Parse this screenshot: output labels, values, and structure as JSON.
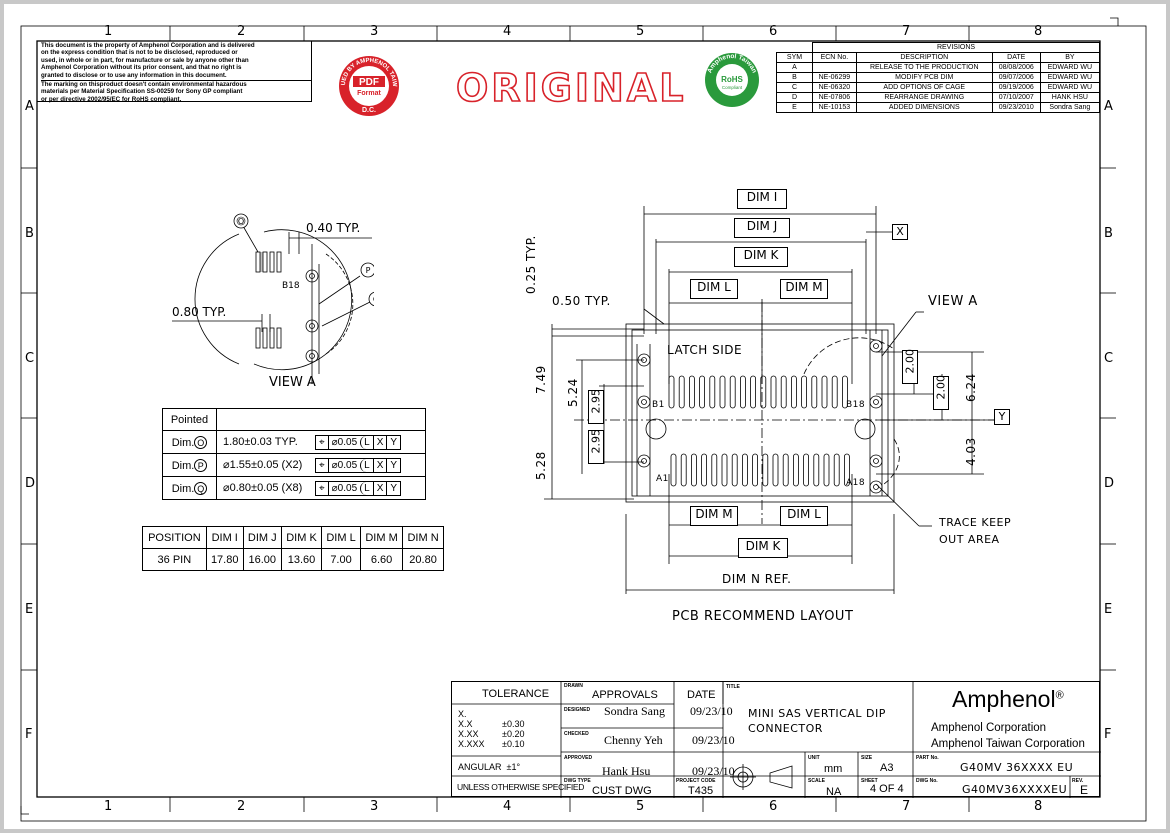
{
  "zones": {
    "columns": [
      "1",
      "2",
      "3",
      "4",
      "5",
      "6",
      "7",
      "8"
    ],
    "rows": [
      "A",
      "B",
      "C",
      "D",
      "E",
      "F"
    ]
  },
  "notice": {
    "line1": "This document is the property of Amphenol Corporation and is delivered",
    "line2": "on the express condition that is not to be disclosed, reproduced or",
    "line3": "used, in whole or in part, for manufacture or sale by anyone other than",
    "line4": "Amphenol Corporation without its prior consent, and that no right is",
    "line5": "granted to disclose or to use any information in this document.",
    "line6": "The marking on thisproduct doesn't contain environmental hazardous",
    "line7": "materials per Material Specification SS-00259 for Sony GP compliant",
    "line8": "or per directive 2002/95/EC for RoHS compliant."
  },
  "stamps": {
    "pdf_ring": "ISSUED BY AMPHENOL TAIWAN",
    "pdf_center": "PDF",
    "pdf_format": "Format",
    "pdf_dc": "D.C.",
    "original": "ORIGINAL",
    "rohs_ring": "Amphenol Taiwan",
    "rohs_center": "RoHS",
    "rohs_sub": "Compliant"
  },
  "revisions": {
    "title": "REVISIONS",
    "headers": [
      "SYM",
      "ECN No.",
      "DESCRIPTION",
      "DATE",
      "BY"
    ],
    "rows": [
      [
        "A",
        "",
        "RELEASE TO THE PRODUCTION",
        "08/08/2006",
        "EDWARD WU"
      ],
      [
        "B",
        "NE-06299",
        "MODIFY PCB DIM",
        "09/07/2006",
        "EDWARD WU"
      ],
      [
        "C",
        "NE-06320",
        "ADD OPTIONS OF CAGE",
        "09/19/2006",
        "EDWARD WU"
      ],
      [
        "D",
        "NE-07806",
        "REARRANGE DRAWING",
        "07/10/2007",
        "HANK HSU"
      ],
      [
        "E",
        "NE-10153",
        "ADDED DIMENSIONS",
        "09/23/2010",
        "Sondra Sang"
      ]
    ]
  },
  "view_a": {
    "label": "VIEW A",
    "o": "O",
    "p": "P",
    "q": "Q",
    "typ040": "0.40 TYP.",
    "typ080": "0.80 TYP.",
    "b18": "B18"
  },
  "pointed_table": {
    "header": "Pointed",
    "rows": [
      {
        "dim": "Dim.",
        "ref": "O",
        "value": "1.80±0.03 TYP.",
        "tol": "0.05"
      },
      {
        "dim": "Dim.",
        "ref": "P",
        "value": "⌀1.55±0.05 (X2)",
        "tol": "0.05"
      },
      {
        "dim": "Dim.",
        "ref": "Q",
        "value": "⌀0.80±0.05 (X8)",
        "tol": "0.05"
      }
    ],
    "datum_l": "L",
    "datum_x": "X",
    "datum_y": "Y"
  },
  "position_table": {
    "headers": [
      "POSITION",
      "DIM I",
      "DIM J",
      "DIM K",
      "DIM L",
      "DIM M",
      "DIM N"
    ],
    "row": [
      "36 PIN",
      "17.80",
      "16.00",
      "13.60",
      "7.00",
      "6.60",
      "20.80"
    ]
  },
  "layout": {
    "dim_i": "DIM I",
    "dim_j": "DIM J",
    "dim_k": "DIM K",
    "dim_l": "DIM L",
    "dim_m": "DIM M",
    "dim_n": "DIM N REF.",
    "x": "X",
    "y": "Y",
    "typ025": "0.25 TYP.",
    "typ050": "0.50 TYP.",
    "latch": "LATCH SIDE",
    "view_a": "VIEW A",
    "b1": "B1",
    "b18": "B18",
    "a1": "A1",
    "a18": "A18",
    "d749": "7.49",
    "d524": "5.24",
    "d295a": "2.95",
    "d295b": "2.95",
    "d528": "5.28",
    "d200a": "2.00",
    "d200b": "2.00",
    "d624": "6.24",
    "d403": "4.03",
    "trace1": "TRACE KEEP",
    "trace2": "OUT AREA",
    "caption": "PCB RECOMMEND LAYOUT"
  },
  "title_block": {
    "tolerance": "TOLERANCE",
    "tol_x": "X.",
    "tol_xx": "X.X",
    "tol_xx_v": "±0.30",
    "tol_xxx": "X.XX",
    "tol_xxx_v": "±0.20",
    "tol_xxxx": "X.XXX",
    "tol_xxxx_v": "±0.10",
    "angular": "ANGULAR",
    "angular_v": "±1°",
    "unless": "UNLESS OTHERWISE SPECIFIED",
    "drawn": "DRAWN",
    "approvals": "APPROVALS",
    "date": "DATE",
    "designed": "DESIGNED",
    "designer": "Sondra Sang",
    "designer_date": "09/23/10",
    "checked": "CHECKED",
    "checker": "Chenny Yeh",
    "checker_date": "09/23/10",
    "approved": "APPROVED",
    "approver": "Hank Hsu",
    "approver_date": "09/23/10",
    "dwg_type_lbl": "DWG TYPE",
    "dwg_type": "CUST DWG",
    "project_lbl": "PROJECT CODE",
    "project": "T435",
    "title_lbl": "TITLE",
    "title1": "MINI SAS VERTICAL DIP",
    "title2": "CONNECTOR",
    "unit_lbl": "UNIT",
    "unit": "mm",
    "size_lbl": "SIZE",
    "size": "A3",
    "scale_lbl": "SCALE",
    "scale": "NA",
    "sheet_lbl": "SHEET",
    "sheet": "4 OF 4",
    "brand": "Amphenol",
    "reg": "®",
    "corp1": "Amphenol Corporation",
    "corp2": "Amphenol Taiwan Corporation",
    "part_lbl": "PART No.",
    "part": "G40MV 36XXXX EU",
    "dwg_lbl": "DWG No.",
    "dwg": "G40MV36XXXXEU",
    "rev_lbl": "REV.",
    "rev": "E"
  },
  "colors": {
    "stamp_red": "#d8222a",
    "stamp_green": "#2a9a3c"
  }
}
